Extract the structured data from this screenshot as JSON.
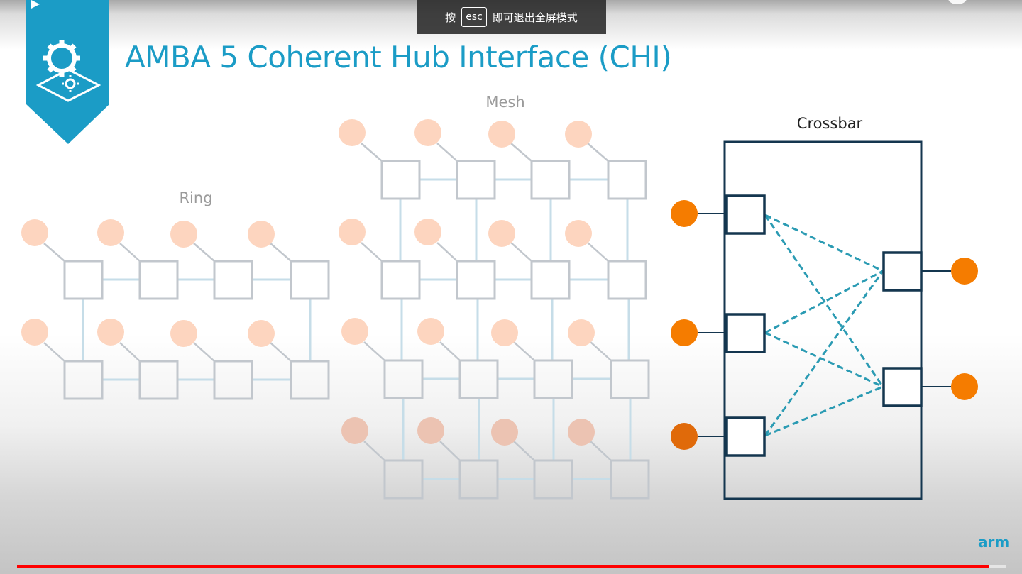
{
  "title": "AMBA 5 Coherent Hub Interface (CHI)",
  "toast": {
    "prefix": "按",
    "key": "esc",
    "suffix": "即可退出全屏模式"
  },
  "diagram": {
    "ring_label": "Ring",
    "mesh_label": "Mesh",
    "crossbar_label": "Crossbar"
  },
  "logo": {
    "text": "arm"
  },
  "player": {
    "progress": 0.983
  },
  "colors": {
    "accent": "#1b9cc6",
    "orange": "#f57c00",
    "node_peach": "#fdd5bf",
    "node_gray": "#c2c7cd",
    "link_blue": "#c6dde8",
    "crossbar_navy": "#14364f",
    "dash_teal": "#2b9bb3",
    "progress_red": "#ff0000"
  },
  "icons": {
    "section_badge": "gear-cog-icon",
    "play": "play-icon"
  }
}
